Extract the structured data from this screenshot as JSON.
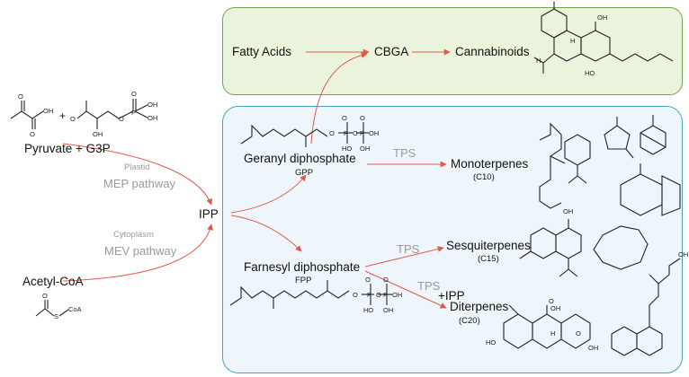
{
  "nodes": {
    "fatty_acids": "Fatty Acids",
    "cbga": "CBGA",
    "cannabinoids": "Cannabinoids",
    "pyruvate_g3p": "Pyruvate + G3P",
    "plus": "+",
    "plastid": "Plastid",
    "mep_pathway": "MEP pathway",
    "cytoplasm": "Cytoplasm",
    "mev_pathway": "MEV pathway",
    "acetyl_coa": "Acetyl-CoA",
    "ipp": "IPP",
    "gpp_name": "Geranyl diphosphate",
    "gpp_abbr": "GPP",
    "fpp_name": "Farnesyl diphosphate",
    "fpp_abbr": "FPP",
    "tps_mono": "TPS",
    "tps_sesqui": "TPS",
    "tps_di": "TPS",
    "plus_ipp": "+IPP",
    "monoterpenes": "Monoterpenes",
    "c10": "(C10)",
    "sesquiterpenes": "Sesquiterpenes",
    "c15": "(C15)",
    "diterpenes": "Diterpenes",
    "c20": "(C20)"
  },
  "atom_labels": {
    "oh": "OH",
    "ho": "HO",
    "o": "O",
    "p": "P",
    "h": "H",
    "coa": "CoA",
    "s": "S"
  },
  "colors": {
    "green_box_fill": "#eaf3dc",
    "green_box_border": "#6ca64a",
    "blue_box_fill": "#eef6fb",
    "blue_box_border": "#4aa0c4",
    "arrow": "#e05a4a"
  }
}
